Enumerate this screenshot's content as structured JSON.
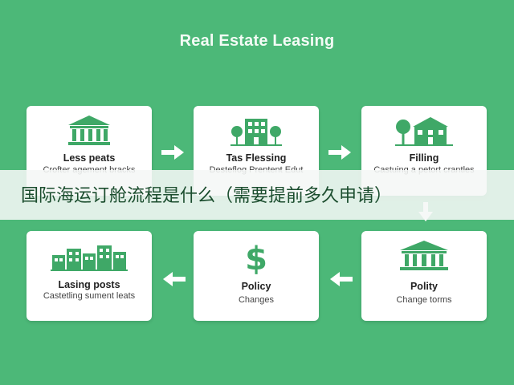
{
  "title": "Real Estate Leasing",
  "cards": [
    {
      "title": "Less peats",
      "subtitle": "Crofter agement bracks",
      "icon": "bank-building-icon"
    },
    {
      "title": "Tas Flessing",
      "subtitle": "Desteflog Prentent Edut",
      "icon": "apartment-trees-icon"
    },
    {
      "title": "Filling",
      "subtitle": "Castuing a petort crantles",
      "icon": "house-tree-icon"
    },
    {
      "title": "Lasing posts",
      "subtitle": "Castetling sument leats",
      "icon": "city-buildings-icon"
    },
    {
      "title": "Policy",
      "subtitle": "Changes",
      "icon": "dollar-sign-icon"
    },
    {
      "title": "Polity",
      "subtitle": "Change torms",
      "icon": "bank-building-icon"
    }
  ],
  "overlay_text": "国际海运订舱流程是什么（需要提前多久申请）",
  "colors": {
    "background": "#4cb878",
    "card": "#ffffff",
    "icon": "#3fa867"
  }
}
